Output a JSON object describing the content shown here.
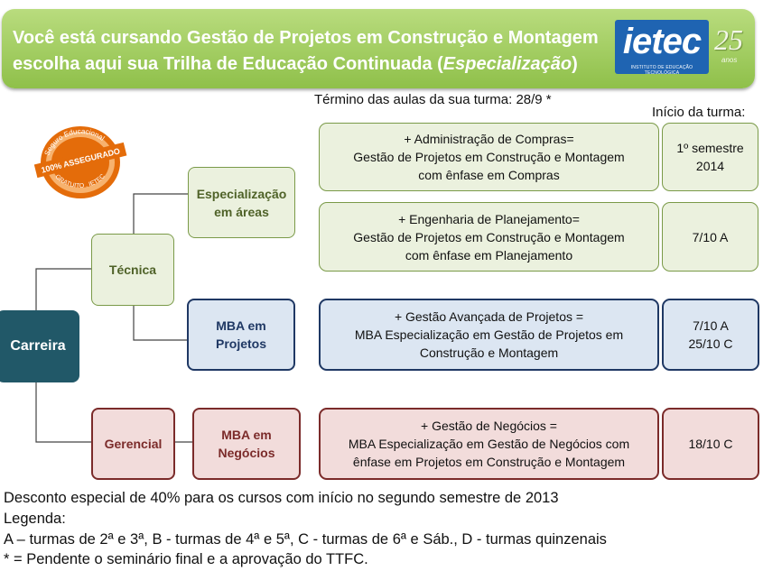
{
  "header": {
    "line1": "Você está cursando Gestão de Projetos em Construção e Montagem",
    "line2_prefix": "escolha aqui sua Trilha de Educação Continuada  (",
    "line2_italic": "Especialização",
    "line2_suffix": ")",
    "logo": {
      "word": "ietec",
      "subtitle": "INSTITUTO DE EDUCAÇÃO TECNOLÓGICA",
      "anniversary": "25",
      "anniversary_label": "anos"
    }
  },
  "termino": "Término das aulas da sua turma: 28/9 *",
  "inicio_header": "Início da turma:",
  "seal": {
    "top": "Seguro Educacional",
    "middle": "100% ASSEGURADO",
    "bottom": "GRATUITO . IETEC"
  },
  "tree": {
    "root": "Carreira",
    "tecnica": "Técnica",
    "gerencial": "Gerencial",
    "especializacao_line1": "Especialização",
    "especializacao_line2": "em áreas",
    "mba_projetos_line1": "MBA em",
    "mba_projetos_line2": "Projetos",
    "mba_negocios_line1": "MBA em",
    "mba_negocios_line2": "Negócios"
  },
  "courses": [
    {
      "lines": [
        "+ Administração de Compras=",
        "Gestão de Projetos em Construção e Montagem",
        "com ênfase em Compras"
      ],
      "start": [
        "1º semestre",
        "2014"
      ]
    },
    {
      "lines": [
        "+ Engenharia de Planejamento=",
        "Gestão de Projetos em Construção e Montagem",
        "com ênfase em Planejamento"
      ],
      "start": [
        "7/10 A"
      ]
    },
    {
      "lines": [
        "+ Gestão  Avançada de Projetos =",
        "MBA Especialização em Gestão de Projetos  em",
        "Construção e Montagem"
      ],
      "start": [
        "7/10 A",
        "25/10 C"
      ]
    },
    {
      "lines": [
        "+ Gestão de Negócios =",
        "MBA Especialização em Gestão de Negócios com",
        "ênfase em Projetos em Construção e Montagem"
      ],
      "start": [
        "18/10 C"
      ]
    }
  ],
  "footer": {
    "discount": "Desconto especial de 40% para os cursos com início no segundo semestre de 2013",
    "legend_title": "Legenda:",
    "legend": "A – turmas de 2ª e 3ª, B - turmas de 4ª e 5ª, C - turmas de 6ª e Sáb., D - turmas quinzenais",
    "note": "* = Pendente o seminário final e a aprovação do TTFC."
  },
  "colors": {
    "banner": "#9bc85a",
    "teal": "#215868",
    "green_border": "#7a9a48",
    "blue_border": "#1f3864",
    "red_border": "#7b2b2a",
    "seal_orange": "#e46c0a"
  }
}
